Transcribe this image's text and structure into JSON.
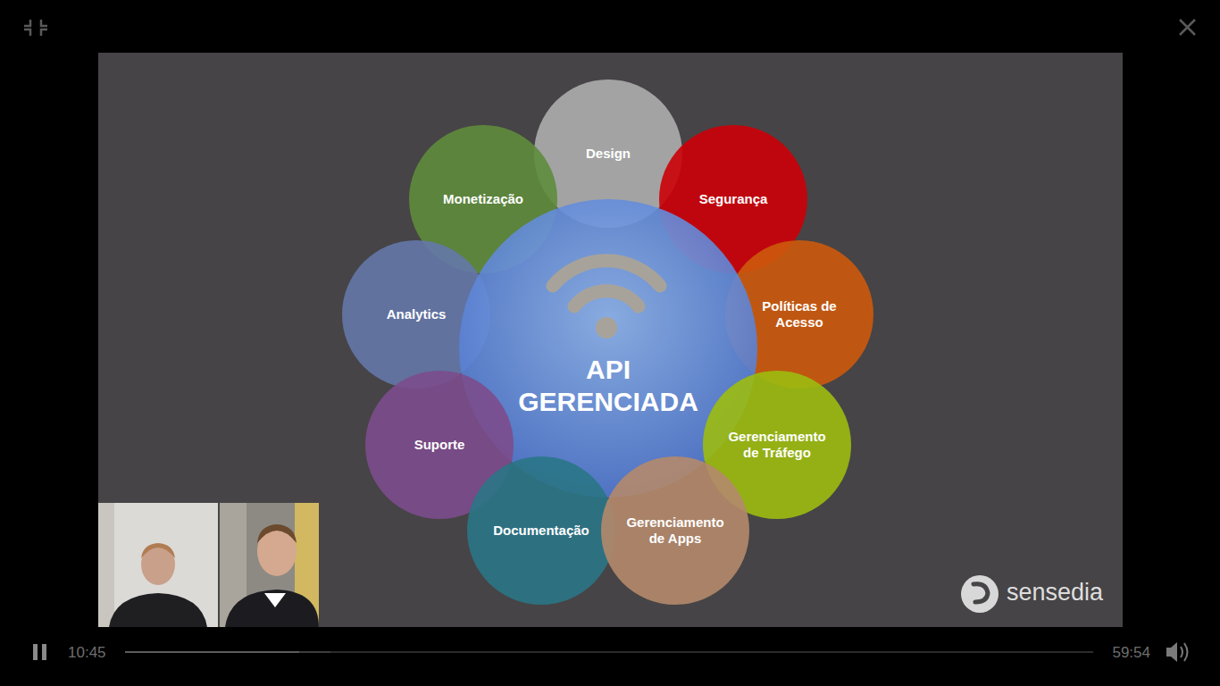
{
  "diagram": {
    "nodes": [
      {
        "text": [
          "Design"
        ]
      },
      {
        "text": [
          "Monetização"
        ]
      },
      {
        "text": [
          "Segurança"
        ]
      },
      {
        "text": [
          "Analytics"
        ]
      },
      {
        "text": [
          "Políticas de Acesso"
        ]
      },
      {
        "text": [
          "API GERENCIADA"
        ]
      },
      {
        "text": [
          "Suporte"
        ]
      },
      {
        "text": [
          "Gerenciamento de Tráfego"
        ]
      },
      {
        "text": [
          "Documentação"
        ]
      },
      {
        "text": [
          "Gerenciamento de Apps"
        ]
      }
    ],
    "labels": [
      "10:45",
      "59:54",
      "sensedia"
    ]
  }
}
